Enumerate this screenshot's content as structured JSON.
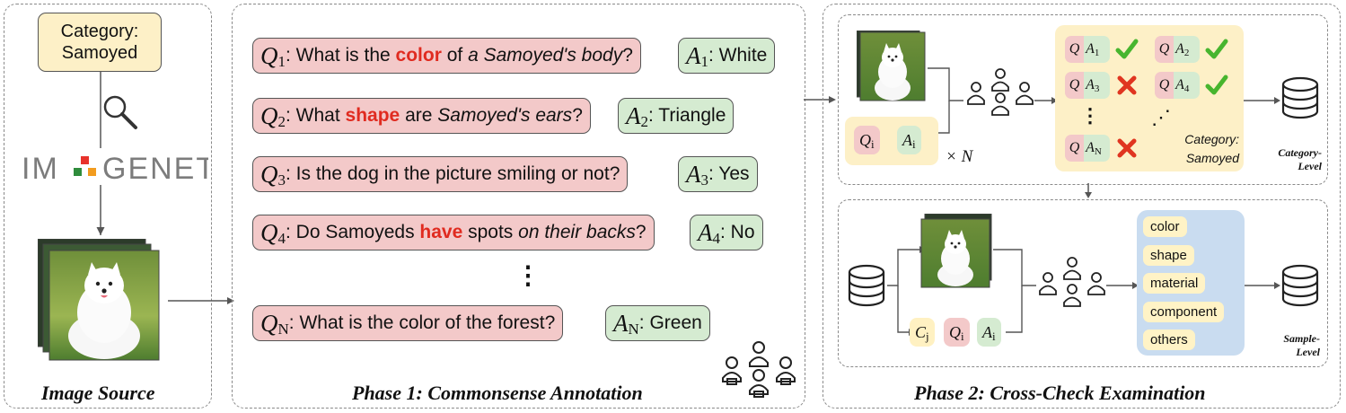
{
  "image_source": {
    "title": "Image Source",
    "category_box": {
      "line1": "Category:",
      "line2": "Samoyed"
    },
    "imagenet_logo_text": "IMAGENET",
    "icons": [
      "search-icon",
      "imagenet-logo",
      "dog-photo-stack"
    ]
  },
  "phase1": {
    "title": "Phase 1: Commonsense Annotation",
    "questions": [
      {
        "sym": "Q",
        "sub": "1",
        "pre": ": What is the ",
        "hl": "color",
        "mid": " of ",
        "ital": "a Samoyed's body",
        "post": "?",
        "ans_sym": "A",
        "ans_sub": "1",
        "ans_text": ": White"
      },
      {
        "sym": "Q",
        "sub": "2",
        "pre": ": What ",
        "hl": "shape",
        "mid": " are ",
        "ital": "Samoyed's ears",
        "post": "?",
        "ans_sym": "A",
        "ans_sub": "2",
        "ans_text": ": Triangle"
      },
      {
        "sym": "Q",
        "sub": "3",
        "pre": ": Is the dog in the picture smiling or not?",
        "hl": "",
        "mid": "",
        "ital": "",
        "post": "",
        "ans_sym": "A",
        "ans_sub": "3",
        "ans_text": ": Yes"
      },
      {
        "sym": "Q",
        "sub": "4",
        "pre": ": Do Samoyeds ",
        "hl": "have",
        "mid": " spots ",
        "ital": "on their backs",
        "post": "?",
        "ans_sym": "A",
        "ans_sub": "4",
        "ans_text": ": No"
      },
      {
        "sym": "Q",
        "sub": "N",
        "pre": ": What is the color of the forest?",
        "hl": "",
        "mid": "",
        "ital": "",
        "post": "",
        "ans_sym": "A",
        "ans_sub": "N",
        "ans_text": ": Green"
      }
    ],
    "ellipsis": "⋮",
    "icons": [
      "annotators-icon"
    ]
  },
  "phase2": {
    "title": "Phase 2: Cross-Check Examination",
    "category_level": {
      "qa_left": {
        "q": "Q",
        "q_sub": "i",
        "a": "A",
        "a_sub": "i"
      },
      "times_n": "× N",
      "grid": [
        {
          "q": "Q",
          "a": "A",
          "sub": "1",
          "result": "check"
        },
        {
          "q": "Q",
          "a": "A",
          "sub": "2",
          "result": "check"
        },
        {
          "q": "Q",
          "a": "A",
          "sub": "3",
          "result": "cross"
        },
        {
          "q": "Q",
          "a": "A",
          "sub": "4",
          "result": "check"
        },
        {
          "q": "Q",
          "a": "A",
          "sub": "N",
          "result": "cross"
        }
      ],
      "dots_v": "⋮",
      "dots_d": "⋰",
      "category_label_1": "Category:",
      "category_label_2": "Samoyed",
      "level_label_1": "Category-",
      "level_label_2": "Level"
    },
    "sample_level": {
      "mini_boxes": [
        {
          "sym": "C",
          "sub": "j",
          "color": "#fff1c2"
        },
        {
          "sym": "Q",
          "sub": "i",
          "color": "#f3c9c9"
        },
        {
          "sym": "A",
          "sub": "i",
          "color": "#d5ebd1"
        }
      ],
      "aspects": [
        "color",
        "shape",
        "material",
        "component",
        "others"
      ],
      "level_label_1": "Sample-",
      "level_label_2": "Level"
    },
    "icons": [
      "dog-photo-stack",
      "annotators-icon",
      "check-icon",
      "cross-icon",
      "database-icon"
    ]
  },
  "colors": {
    "question_bg": "#f3c9c9",
    "answer_bg": "#d5ebd1",
    "highlight": "#e02b20",
    "category_bg": "#fdf0c7",
    "aspects_bg": "#c9dcf0",
    "check": "#47b52e",
    "cross": "#e03520"
  }
}
